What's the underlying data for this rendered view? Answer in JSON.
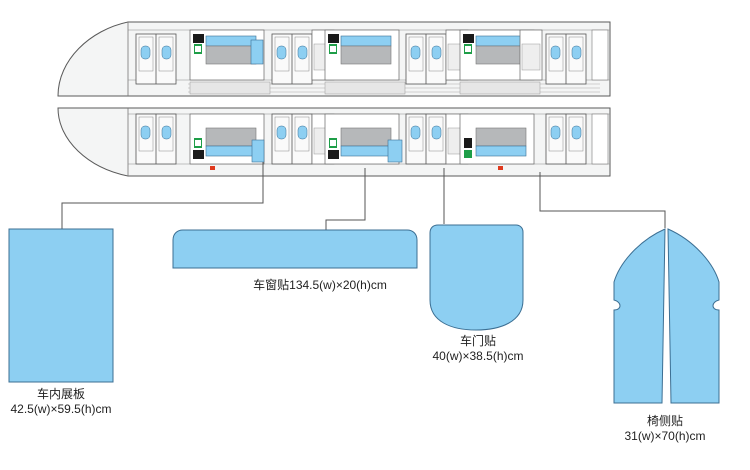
{
  "labels": {
    "panel_name": "车内展板",
    "panel_size": "42.5(w)×59.5(h)cm",
    "window_text": "车窗贴134.5(w)×20(h)cm",
    "door_name": "车门贴",
    "door_size": "40(w)×38.5(h)cm",
    "seat_name": "椅侧贴",
    "seat_size": "31(w)×70(h)cm"
  },
  "colors": {
    "sticker_fill": "#8dcff2",
    "sticker_stroke": "#3c6f93",
    "train_fill": "#f4f5f5",
    "train_stroke": "#5a5a5a",
    "seat_fill": "#b6b8ba",
    "marker_black": "#1a1a1a",
    "marker_green": "#1e9e48",
    "emergency_red": "#e03a1e"
  },
  "icons": [
    "train-car-top-icon",
    "train-car-bottom-icon"
  ]
}
